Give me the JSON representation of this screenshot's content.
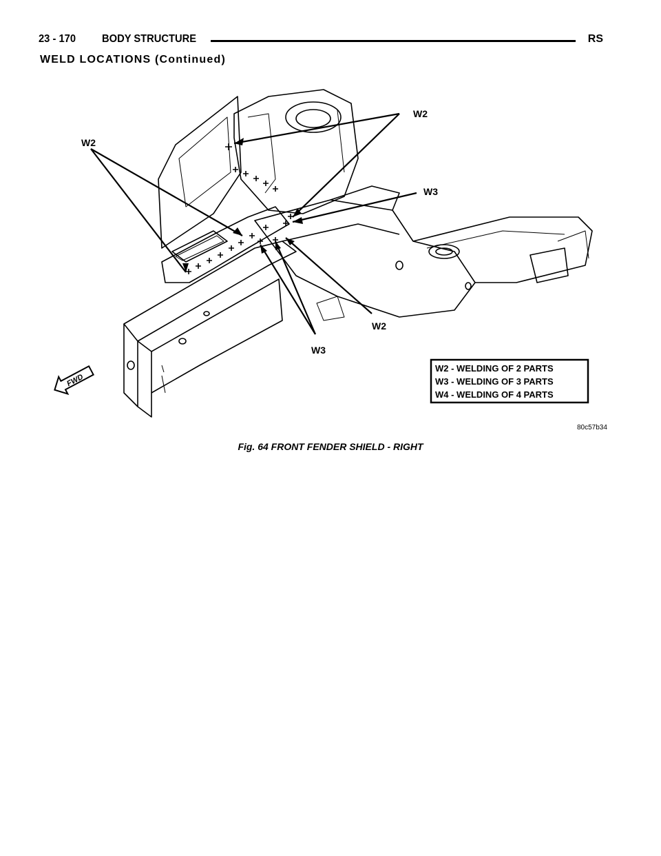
{
  "header": {
    "page_number": "23 - 170",
    "section": "BODY STRUCTURE",
    "code": "RS"
  },
  "subheading": "WELD LOCATIONS (Continued)",
  "figure": {
    "callouts": {
      "w2_upper_right": "W2",
      "w2_left": "W2",
      "w3_right": "W3",
      "w2_lower": "W2",
      "w3_bottom": "W3"
    },
    "legend": {
      "line1": "W2 - WELDING OF 2 PARTS",
      "line2": "W3 - WELDING OF 3 PARTS",
      "line3": "W4 - WELDING OF 4 PARTS"
    },
    "fwd_label": "FWD",
    "image_code": "80c57b34"
  },
  "caption": "Fig. 64 FRONT FENDER SHIELD - RIGHT"
}
